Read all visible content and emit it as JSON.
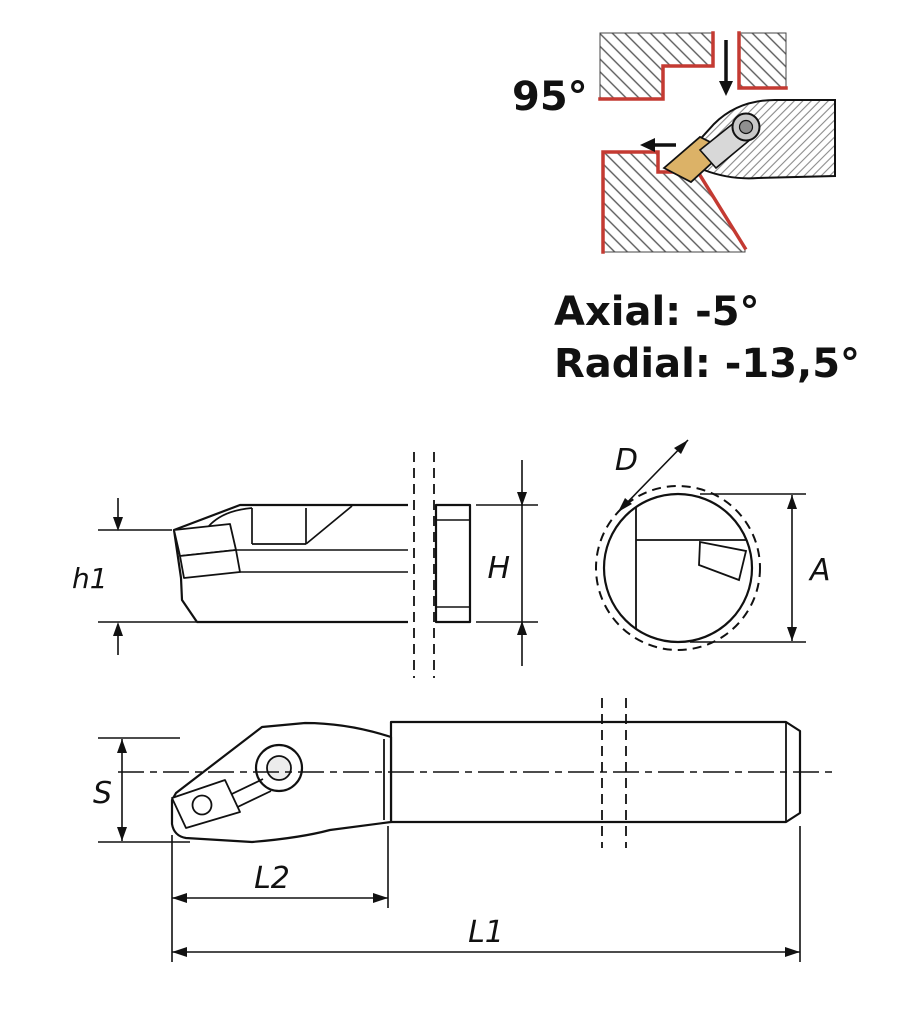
{
  "detail": {
    "angle": "95°",
    "axial": "Axial: -5°",
    "radial": "Radial: -13,5°"
  },
  "dims": {
    "h1": "h1",
    "H": "H",
    "D": "D",
    "A": "A",
    "S": "S",
    "L2": "L2",
    "L1": "L1"
  },
  "colors": {
    "outline": "#c43a32",
    "insert": "#dcb267",
    "line": "#111111"
  }
}
